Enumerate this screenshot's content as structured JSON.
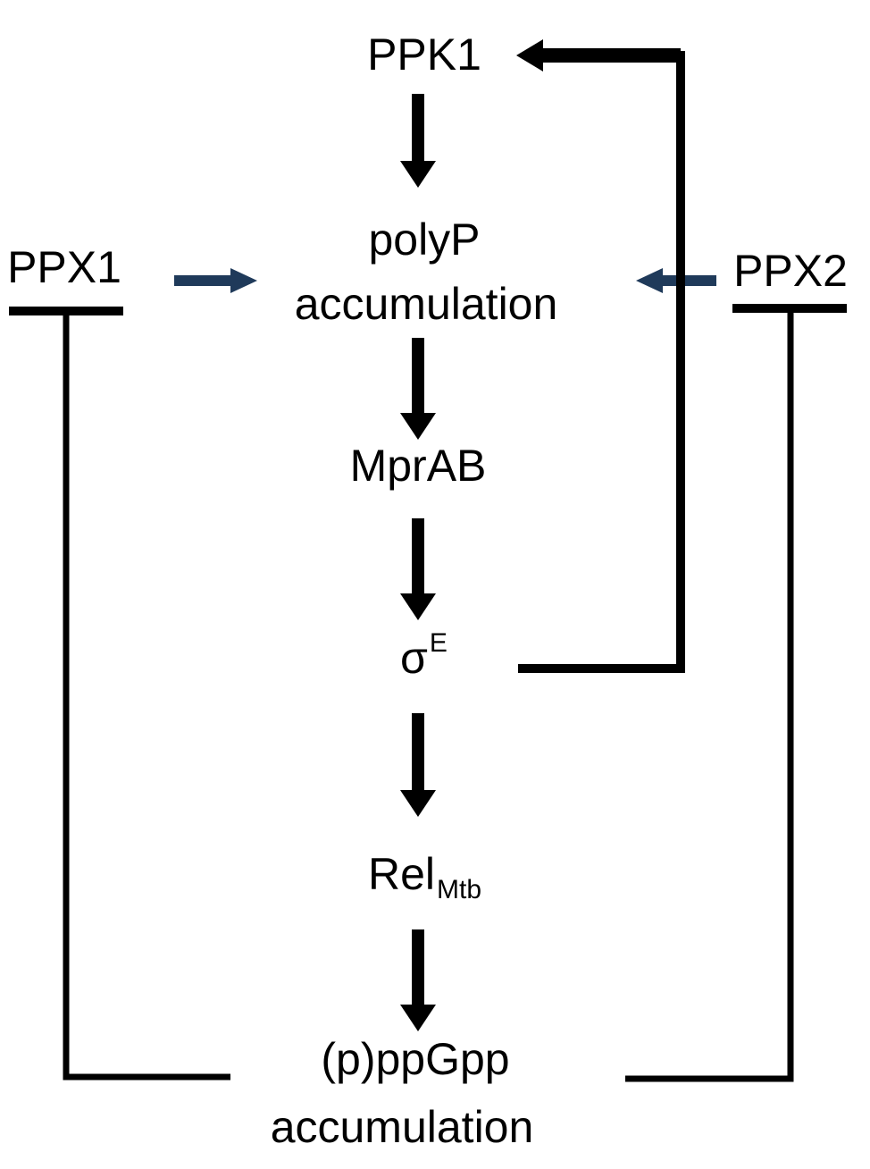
{
  "nodes": {
    "ppk1": "PPK1",
    "polyp_line1": "polyP",
    "polyp_line2": "accumulation",
    "ppx1": "PPX1",
    "ppx2": "PPX2",
    "mprab": "MprAB",
    "sigma_base": "σ",
    "sigma_sup": "E",
    "rel_base": "Rel",
    "rel_sub": "Mtb",
    "ppgpp_line1": "(p)ppGpp",
    "ppgpp_line2": "accumulation"
  },
  "colors": {
    "ink": "#000000",
    "accent_arrow": "#1f3a5a"
  }
}
